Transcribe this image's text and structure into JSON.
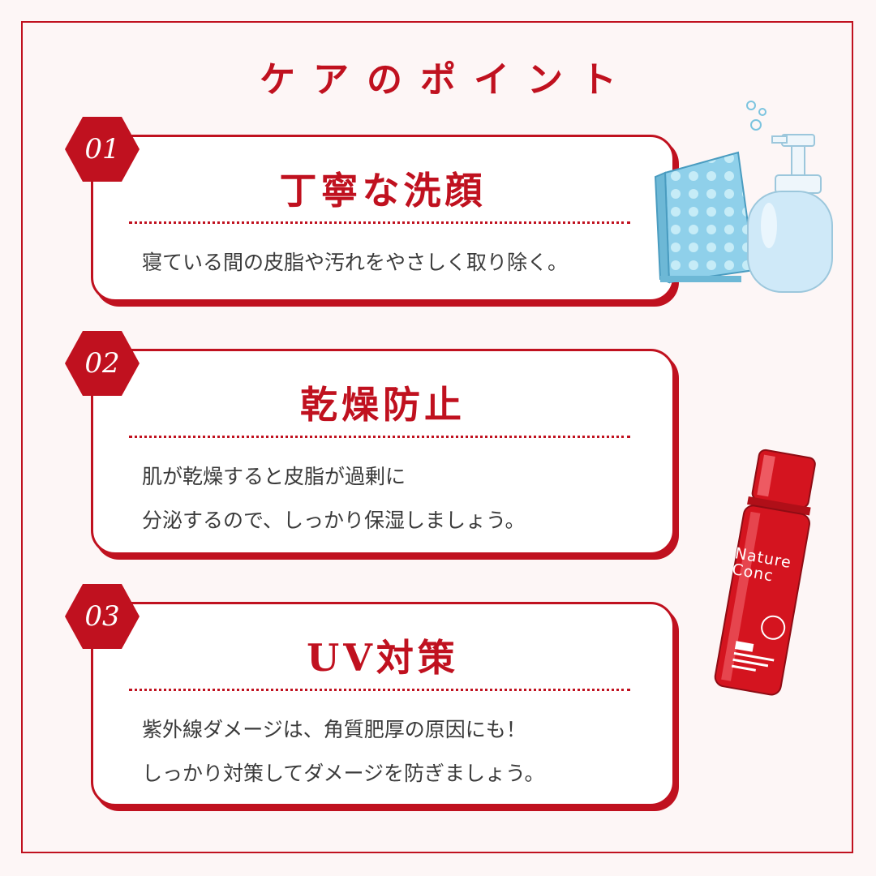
{
  "title": "ケアのポイント",
  "colors": {
    "accent": "#c0111f",
    "background": "#fdf6f6",
    "text": "#3a3a3a"
  },
  "points": [
    {
      "number": "01",
      "heading": "丁寧な洗顔",
      "lines": [
        "寝ている間の皮脂や汚れをやさしく取り除く。"
      ]
    },
    {
      "number": "02",
      "heading": "乾燥防止",
      "lines": [
        "肌が乾燥すると皮脂が過剰に",
        "分泌するので、しっかり保湿しましょう。"
      ]
    },
    {
      "number": "03",
      "heading": "UV対策",
      "lines": [
        "紫外線ダメージは、角質肥厚の原因にも！",
        "しっかり対策してダメージを防ぎましょう。"
      ]
    }
  ],
  "product": {
    "brand_line1": "Nature",
    "brand_line2": "Conc"
  },
  "icons": [
    "towel-illustration",
    "pump-bottle-illustration",
    "lotion-bottle-illustration",
    "hexagon-badge"
  ]
}
